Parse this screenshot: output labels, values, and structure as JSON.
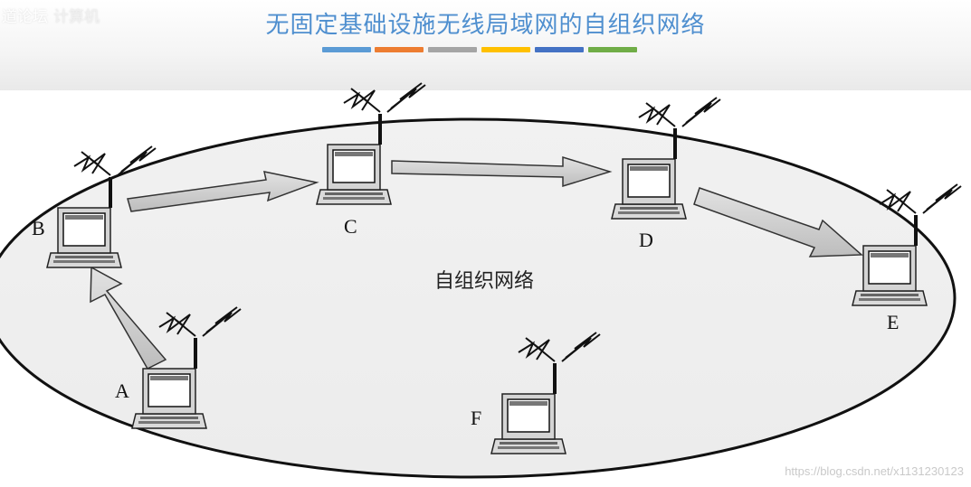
{
  "header": {
    "watermark": "道论坛",
    "watermark_faded": "计算机",
    "title": "无固定基础设施无线局域网的自组织网络",
    "bar_colors": [
      "#5b9bd5",
      "#ed7d31",
      "#a5a5a5",
      "#ffc000",
      "#4472c4",
      "#70ad47"
    ]
  },
  "diagram": {
    "network_label": "自组织网络",
    "nodes": [
      {
        "id": "B",
        "label": "B"
      },
      {
        "id": "C",
        "label": "C"
      },
      {
        "id": "D",
        "label": "D"
      },
      {
        "id": "E",
        "label": "E"
      },
      {
        "id": "A",
        "label": "A"
      },
      {
        "id": "F",
        "label": "F"
      }
    ]
  },
  "footer": {
    "watermark": "https://blog.csdn.net/x1131230123"
  }
}
